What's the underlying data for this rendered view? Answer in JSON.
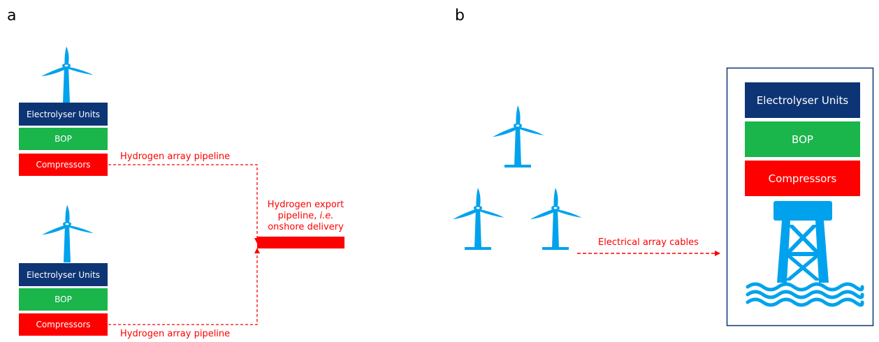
{
  "panel_a": {
    "letter": "a",
    "unit_top": {
      "electrolyser": "Electrolyser Units",
      "bop": "BOP",
      "compressors": "Compressors"
    },
    "unit_bottom": {
      "electrolyser": "Electrolyser Units",
      "bop": "BOP",
      "compressors": "Compressors"
    },
    "pipeline_label_top": "Hydrogen array pipeline",
    "pipeline_label_bottom": "Hydrogen array pipeline",
    "export_line1": "Hydrogen export",
    "export_line2_prefix": "pipeline, ",
    "export_line2_italic": "i.e.",
    "export_line3": "onshore delivery"
  },
  "panel_b": {
    "letter": "b",
    "electrolyser": "Electrolyser Units",
    "bop": "BOP",
    "compressors": "Compressors",
    "cable_label": "Electrical array cables"
  },
  "colors": {
    "turbine": "#00a2ed",
    "electrolyser": "#0d3575",
    "bop": "#1ab54b",
    "compressors": "#ff0000",
    "pipeline": "#ff0000"
  }
}
